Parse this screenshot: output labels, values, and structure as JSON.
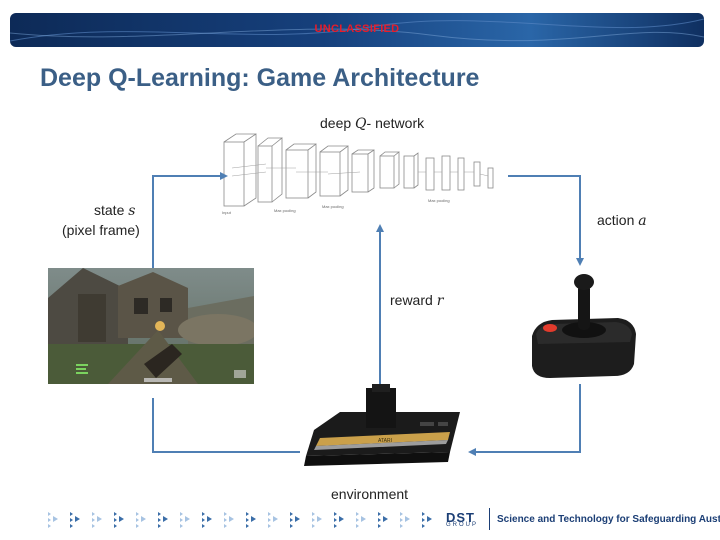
{
  "header": {
    "classification": "UNCLASSIFIED"
  },
  "title": "Deep Q-Learning: Game Architecture",
  "diagram": {
    "network_label_prefix": "deep ",
    "network_label_var": "Q",
    "network_label_suffix": "- network",
    "state_label_prefix": "state ",
    "state_label_var": "s",
    "state_sub": "(pixel frame)",
    "action_label_prefix": "action ",
    "action_label_var": "a",
    "reward_label_prefix": "reward ",
    "reward_label_var": "r",
    "environment_label": "environment",
    "network_layer_texts": [
      "Input",
      "Max pooling",
      "Max pooling",
      "Max pooling"
    ],
    "console_brand": "ATARI"
  },
  "footer": {
    "logo": "DST",
    "logo_sub": "GROUP",
    "tagline": "Science and Technology for Safeguarding Australia"
  },
  "colors": {
    "title": "#3b5f86",
    "arrow": "#4f7fb4",
    "classification": "#e81d2a",
    "header_bar": "#16407c"
  }
}
